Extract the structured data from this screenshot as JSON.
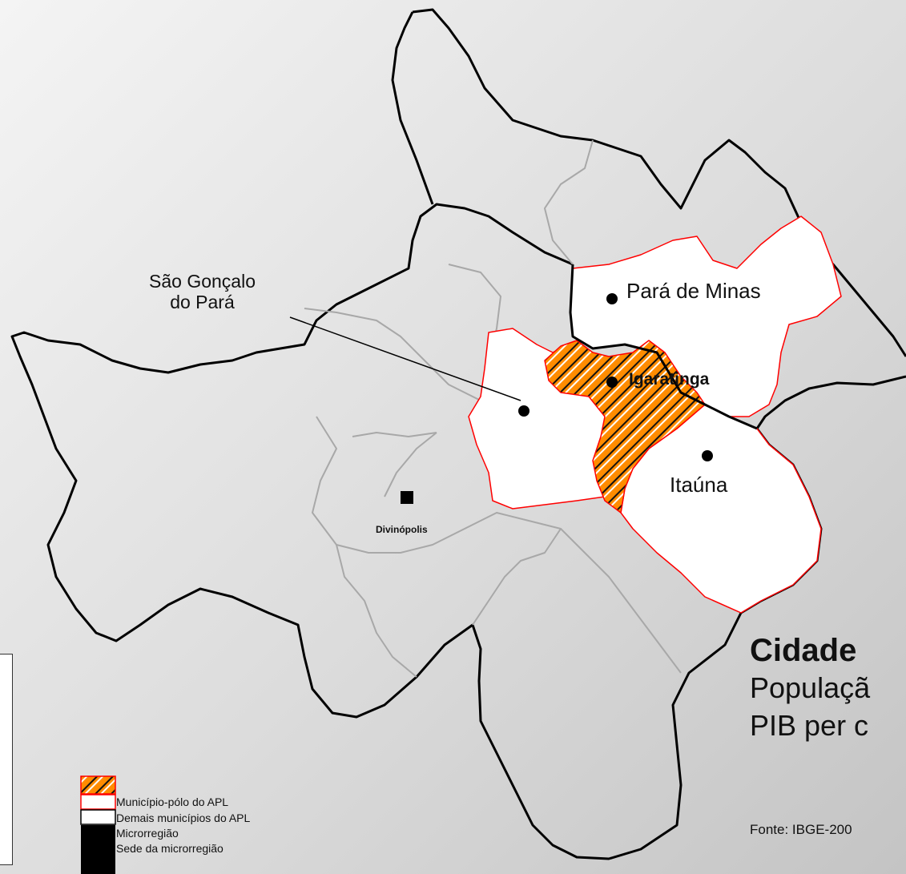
{
  "map": {
    "labels": {
      "para_de_minas": "Pará de Minas",
      "igaratinga": "Igaratinga",
      "itauna": "Itaúna",
      "divinopolis": "Divinópolis",
      "sao_goncalo_l1": "São Gonçalo",
      "sao_goncalo_l2": "do Pará"
    },
    "colors": {
      "polo_fill": "#ff8c00",
      "hatch": "#111111",
      "apl_border": "#ff0000",
      "micro_border": "#000000",
      "internal_border": "#a8a8a8",
      "apl_fill": "#ffffff"
    }
  },
  "info": {
    "title": "Cidade",
    "line1": "Populaçã",
    "line2": "PIB per c",
    "source": "Fonte: IBGE-200"
  },
  "legend": {
    "items": [
      {
        "label": "Município-pólo do APL"
      },
      {
        "label": "Demais municípios do APL"
      },
      {
        "label": "Microrregião"
      },
      {
        "label": "Sede da microrregião"
      }
    ]
  }
}
